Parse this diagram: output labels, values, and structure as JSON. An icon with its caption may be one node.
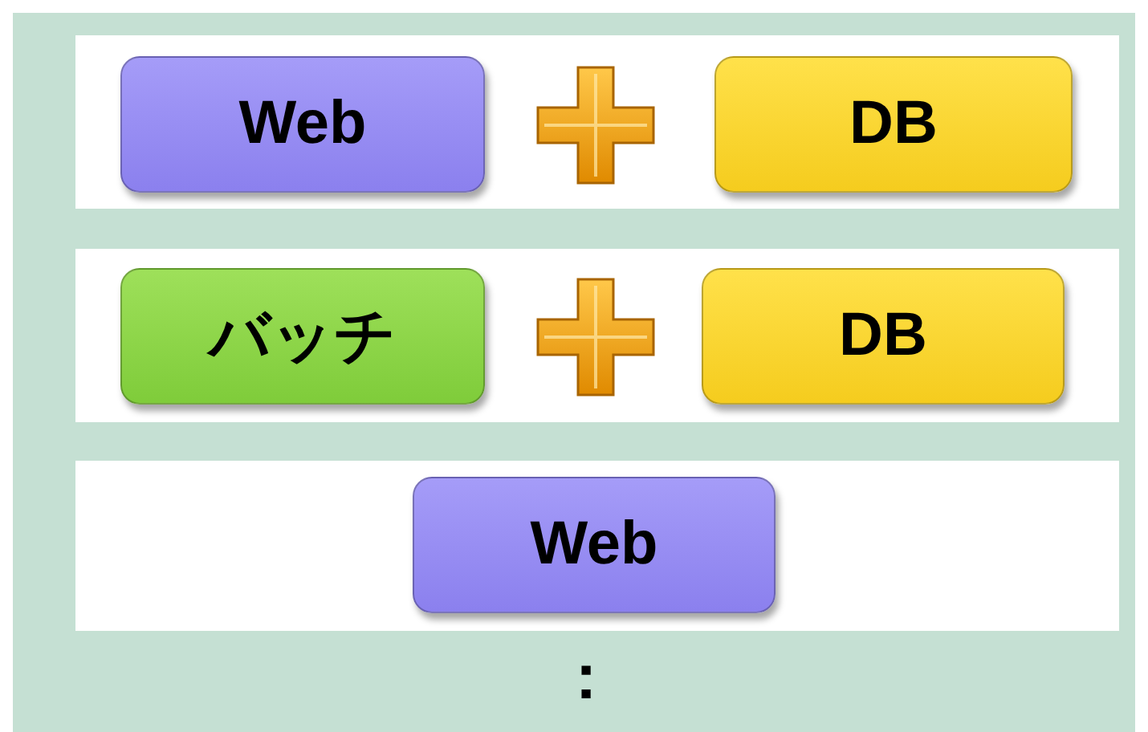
{
  "diagram": {
    "nodes": [
      {
        "text": [
          "Web"
        ]
      },
      {
        "text": [
          "DB"
        ]
      },
      {
        "text": [
          "バッチ"
        ]
      },
      {
        "text": [
          "DB"
        ]
      },
      {
        "text": [
          "Web"
        ]
      }
    ],
    "labels": [
      ":"
    ]
  }
}
